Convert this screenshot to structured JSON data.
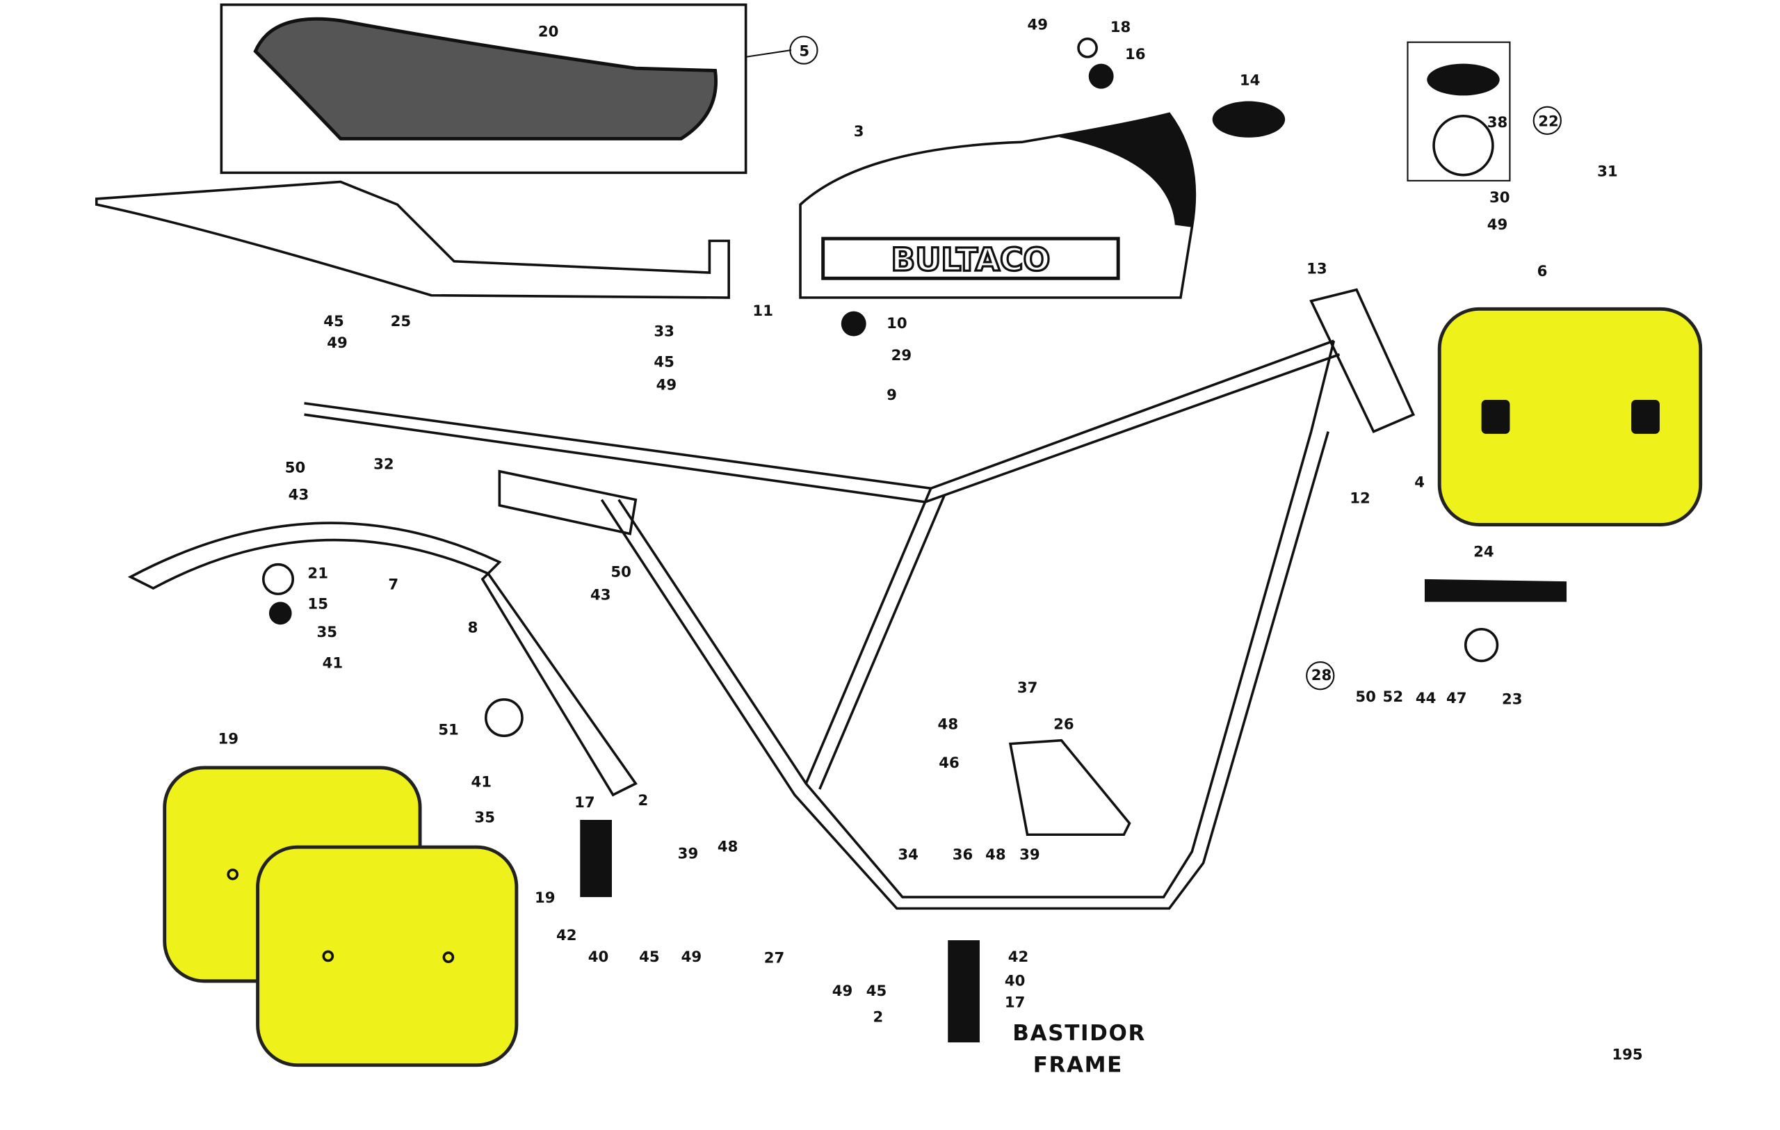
{
  "title": {
    "es": "BASTIDOR",
    "en": "FRAME"
  },
  "page_number": "195",
  "tank_logo": "BULTACO",
  "colors": {
    "plate_yellow": "#eef21a",
    "ink": "#111111"
  },
  "callouts": [
    "20",
    "5",
    "49",
    "18",
    "16",
    "14",
    "22",
    "38",
    "30",
    "49",
    "31",
    "3",
    "6",
    "25",
    "11",
    "10",
    "29",
    "9",
    "13",
    "33",
    "45",
    "49",
    "45",
    "49",
    "50",
    "43",
    "32",
    "7",
    "21",
    "15",
    "35",
    "41",
    "50",
    "43",
    "8",
    "12",
    "4",
    "24",
    "28",
    "50",
    "52",
    "44",
    "47",
    "23",
    "37",
    "48",
    "26",
    "46",
    "51",
    "19",
    "41",
    "35",
    "17",
    "2",
    "39",
    "48",
    "34",
    "36",
    "48",
    "39",
    "19",
    "42",
    "40",
    "45",
    "49",
    "27",
    "42",
    "40",
    "49",
    "45",
    "17",
    "2"
  ]
}
